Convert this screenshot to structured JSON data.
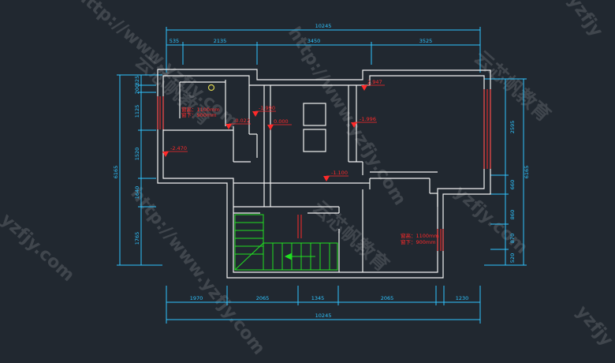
{
  "colors": {
    "background": "#212830",
    "wall": "#f2f2f2",
    "dimension": "#2ec4ff",
    "level": "#ff2a2a",
    "stair": "#21e021",
    "extension": "#e8e8e8"
  },
  "dimensions": {
    "top_total": "10245",
    "top_segments": [
      "535",
      "2135",
      "3450",
      "3525"
    ],
    "bottom_total": "10245",
    "bottom_segments": [
      "1970",
      "2065",
      "1345",
      "2065",
      "1230"
    ],
    "left_total": "6165",
    "left_segments": [
      "325",
      "200",
      "1125",
      "1520",
      "1640",
      "1765"
    ],
    "right_total": "6165",
    "right_segments": [
      "2595",
      "660",
      "860",
      "870",
      "520"
    ]
  },
  "levels": [
    "2.947",
    "-1.990",
    "0.000",
    "-0.022",
    "-2.470",
    "-1.996",
    "-1.100"
  ],
  "notes": {
    "left_line1": "窗高：1100mm",
    "left_line2": "窗下：900mm",
    "right_line1": "窗高：1100mm",
    "right_line2": "窗下：900mm"
  },
  "watermarks": {
    "url": "http://www.yzfjy.com",
    "cn": "云芯帆教育",
    "domain": "yzfjy.com",
    "corner": "yzfjy"
  }
}
